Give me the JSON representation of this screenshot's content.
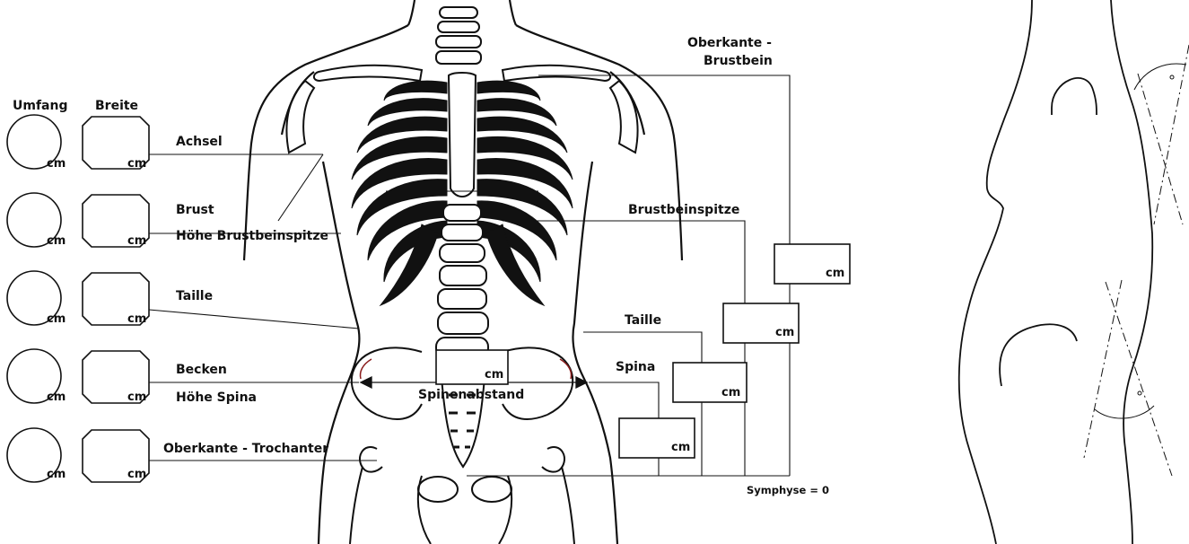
{
  "header": {
    "umfang": "Umfang",
    "breite": "Breite"
  },
  "unit": "cm",
  "left_labels": {
    "achsel": "Achsel",
    "brust": "Brust",
    "hoehe_brustbeinspitze": "Höhe Brustbeinspitze",
    "taille": "Taille",
    "becken": "Becken",
    "hoehe_spina": "Höhe Spina",
    "oberkante_trochanter": "Oberkante - Trochanter"
  },
  "center_label": "Spinenabstand",
  "right_labels": {
    "oberkante_line1": "Oberkante -",
    "oberkante_line2": "Brustbein",
    "brustbeinspitze": "Brustbeinspitze",
    "taille": "Taille",
    "spina": "Spina",
    "symphyse": "Symphyse = 0"
  },
  "colors": {
    "ink": "#111111",
    "accent": "#8a1c1c"
  }
}
